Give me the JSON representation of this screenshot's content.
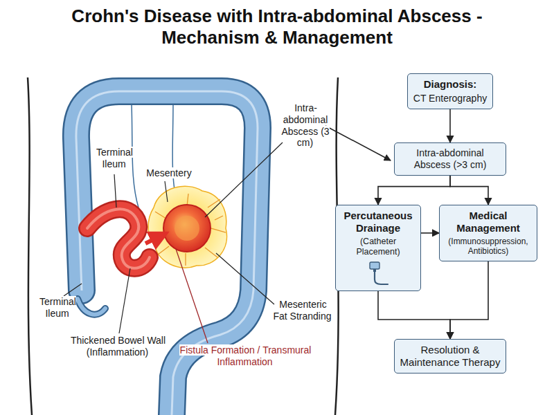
{
  "diagram": {
    "title": "Crohn's Disease with Intra-abdominal Abscess - Mechanism & Management",
    "nodes": [
      {
        "text": [
          "Diagnosis:",
          "CT Enterography"
        ]
      },
      {
        "text": [
          "Intra-abdominal Abscess (>3 cm)"
        ]
      },
      {
        "text": [
          "Percutaneous Drainage",
          "(Catheter Placement)"
        ]
      },
      {
        "text": [
          "Medical Management",
          "(Immunosuppression, Antibiotics)"
        ]
      },
      {
        "text": [
          "Resolution & Maintenance Therapy"
        ]
      }
    ],
    "edges": [
      {
        "from": 0,
        "to": 1,
        "arrow": "to"
      },
      {
        "from": 1,
        "to": 2,
        "arrow": "to"
      },
      {
        "from": 1,
        "to": 3,
        "arrow": "to"
      },
      {
        "from": 2,
        "to": 3,
        "arrow": "to"
      },
      {
        "from": 2,
        "to": 4,
        "arrow": "to"
      },
      {
        "from": 3,
        "to": 4,
        "arrow": "to"
      }
    ],
    "labels": [
      "Terminal Ileum",
      "Mesentery",
      "Intra-abdominal Abscess (3 cm)",
      "Terminal Ileum",
      "Thickened Bowel Wall (Inflammation)",
      "Mesenteric Fat Stranding",
      "Fistula Formation / Transmural Inflammation"
    ]
  }
}
